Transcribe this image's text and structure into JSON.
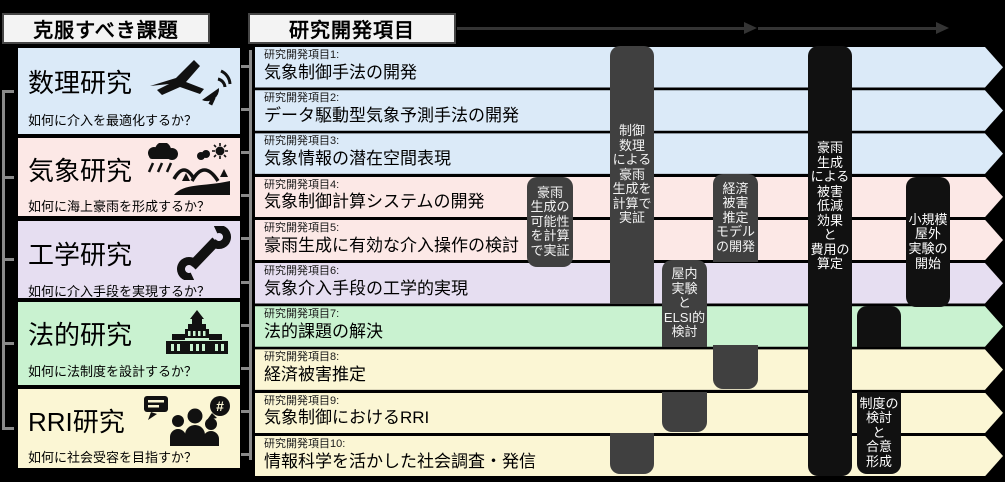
{
  "left_panel": {
    "header": "克服すべき課題",
    "categories": [
      {
        "title": "数理研究",
        "question": "如何に介入を最適化するか？",
        "color": "#dbeaf8",
        "icon": "airplane-satellite-icon"
      },
      {
        "title": "気象研究",
        "question": "如何に海上豪雨を形成するか？",
        "color": "#fce8e6",
        "icon": "rain-cloud-mountain-icon"
      },
      {
        "title": "工学研究",
        "question": "如何に介入手段を実現するか？",
        "color": "#e6def1",
        "icon": "wrench-icon"
      },
      {
        "title": "法的研究",
        "question": "如何に法制度を設計するか？",
        "color": "#c9f2d0",
        "icon": "parliament-building-icon"
      },
      {
        "title": "RRI研究",
        "question": "如何に社会受容を目指すか？",
        "color": "#fbf6d4",
        "icon": "people-discussion-icon"
      }
    ]
  },
  "right_panel": {
    "header": "研究開発項目",
    "items": [
      {
        "label": "研究開発項目1:",
        "title": "気象制御手法の開発",
        "color": "#dbeaf8"
      },
      {
        "label": "研究開発項目2:",
        "title": "データ駆動型気象予測手法の開発",
        "color": "#dbeaf8"
      },
      {
        "label": "研究開発項目3:",
        "title": "気象情報の潜在空間表現",
        "color": "#dbeaf8"
      },
      {
        "label": "研究開発項目4:",
        "title": "気象制御計算システムの開発",
        "color": "#fce8e6"
      },
      {
        "label": "研究開発項目5:",
        "title": "豪雨生成に有効な介入操作の検討",
        "color": "#fce8e6"
      },
      {
        "label": "研究開発項目6:",
        "title": "気象介入手段の工学的実現",
        "color": "#e6def1"
      },
      {
        "label": "研究開発項目7:",
        "title": "法的課題の解決",
        "color": "#c9f2d0"
      },
      {
        "label": "研究開発項目8:",
        "title": "経済被害推定",
        "color": "#fbf6d4"
      },
      {
        "label": "研究開発項目9:",
        "title": "気象制御におけるRRI",
        "color": "#fbf6d4"
      },
      {
        "label": "研究開発項目10:",
        "title": "情報科学を活かした社会調査・発信",
        "color": "#fbf6d4"
      }
    ],
    "milestones": [
      {
        "text": "豪雨\n生成の\n可能性\nを計算\nで実証",
        "color": "#404040",
        "spans_items": [
          4,
          5
        ]
      },
      {
        "text": "制御\n数理\nによる\n豪雨\n生成を\n計算で\n実証",
        "color": "#404040",
        "spans_items": [
          1,
          2,
          3,
          4,
          5,
          6,
          10
        ]
      },
      {
        "text": "屋内\n実験\nと\nELSI的\n検討",
        "color": "#404040",
        "spans_items": [
          6,
          7,
          9
        ]
      },
      {
        "text": "経済\n被害\n推定\nモデル\nの開発",
        "color": "#404040",
        "spans_items": [
          4,
          5,
          8
        ]
      },
      {
        "text": "豪雨\n生成\nによる\n被害\n低減\n効果\nと\n費用の\n算定",
        "color": "#111111",
        "spans_items": [
          1,
          2,
          3,
          4,
          5,
          6,
          7,
          8,
          9,
          10
        ]
      },
      {
        "text": "小規模\n屋外\n実験の\n開始",
        "color": "#111111",
        "spans_items": [
          4,
          5,
          6
        ]
      },
      {
        "text": "制度の\n検討\nと\n合意\n形成",
        "color": "#111111",
        "spans_items": [
          7,
          9,
          10
        ]
      }
    ]
  }
}
